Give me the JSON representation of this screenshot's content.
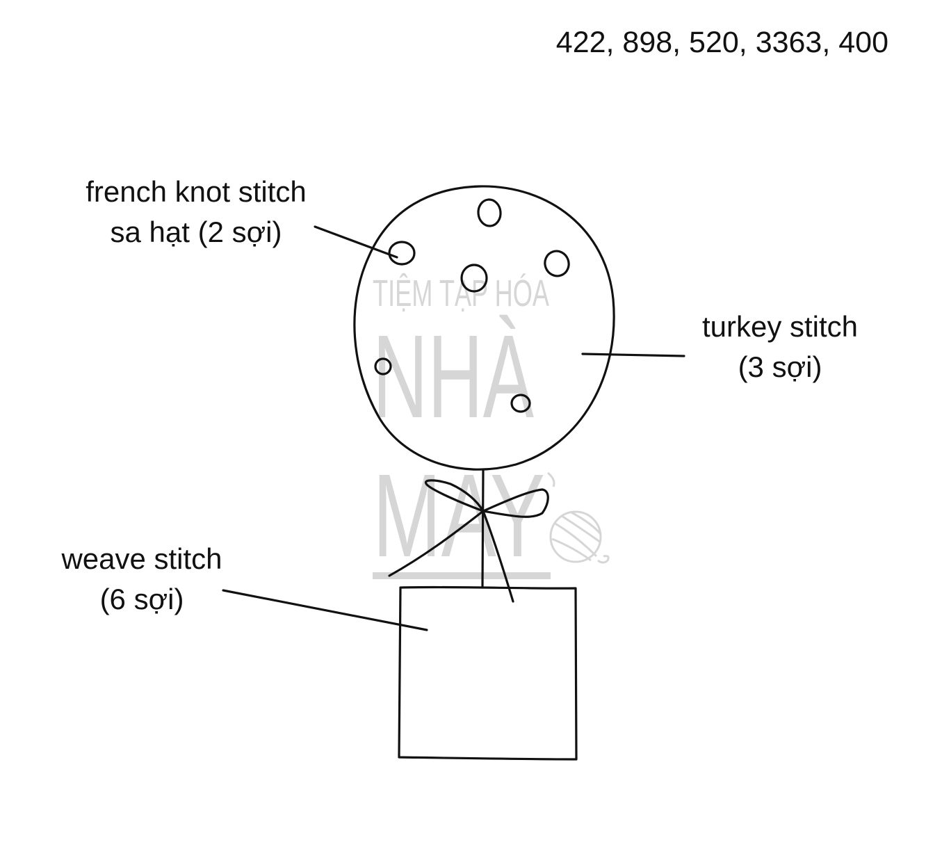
{
  "thread_colors": "422, 898, 520, 3363, 400",
  "watermark": {
    "line1": "TIỆM TẠP HÓA",
    "line2": "NHÀ",
    "line3": "MAY",
    "color": "#d6d6d6"
  },
  "labels": {
    "french_knot": {
      "line1": "french knot stitch",
      "line2": "sa hạt (2 sợi)"
    },
    "turkey": {
      "line1": "turkey stitch",
      "line2": "(3 sợi)"
    },
    "weave": {
      "line1": "weave stitch",
      "line2": "(6 sợi)"
    }
  },
  "colors": {
    "ink": "#111111",
    "background": "#ffffff"
  }
}
